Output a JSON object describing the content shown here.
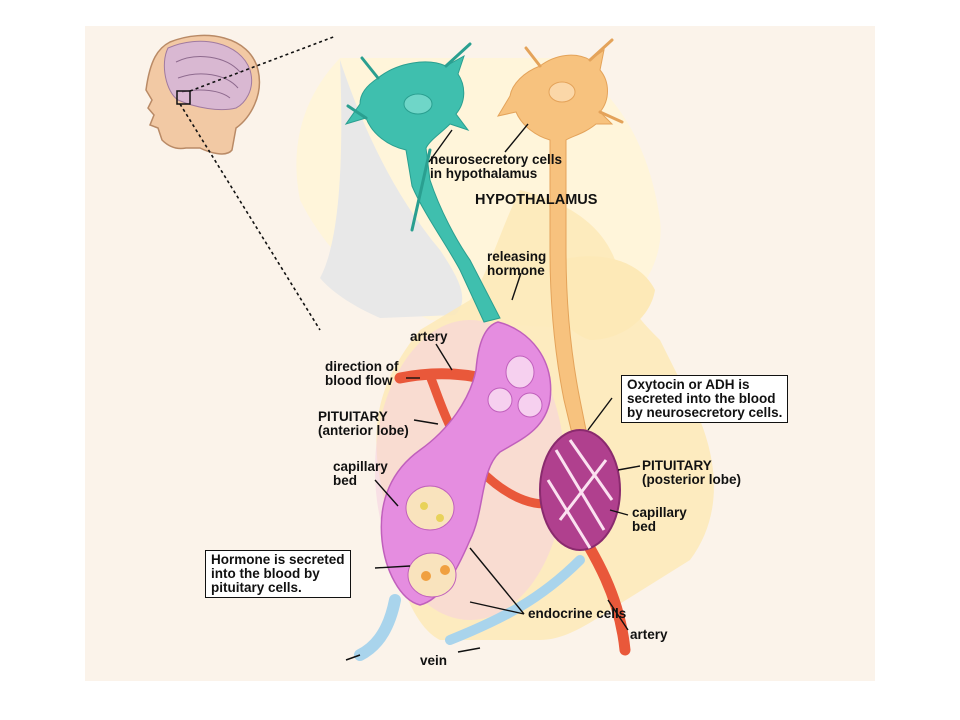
{
  "labels": {
    "neurosecretory": "neurosecretory cells\nin hypothalamus",
    "hypothalamus": "HYPOTHALAMUS",
    "releasing": "releasing\nhormone",
    "artery_top": "artery",
    "direction": "direction of\nblood flow",
    "pituitary_anterior": "PITUITARY\n(anterior lobe)",
    "capillary_left": "capillary\nbed",
    "pituitary_posterior": "PITUITARY\n(posterior lobe)",
    "capillary_right": "capillary\nbed",
    "endocrine": "endocrine cells",
    "artery_bottom": "artery",
    "vein": "vein"
  },
  "callouts": {
    "oxytocin": "Oxytocin or ADH is\nsecreted into the blood\nby neurosecretory cells.",
    "hormone": "Hormone is secreted\ninto the blood by\npituitary cells."
  },
  "colors": {
    "background": "#fbf3ea",
    "teal_neuron": "#3fbfae",
    "orange_neuron": "#f7c27e",
    "artery_red": "#e9583a",
    "pituitary_pink": "#e58de0",
    "vein_blue": "#a9d4ec",
    "tissue_yellow": "#fdeeb0"
  }
}
